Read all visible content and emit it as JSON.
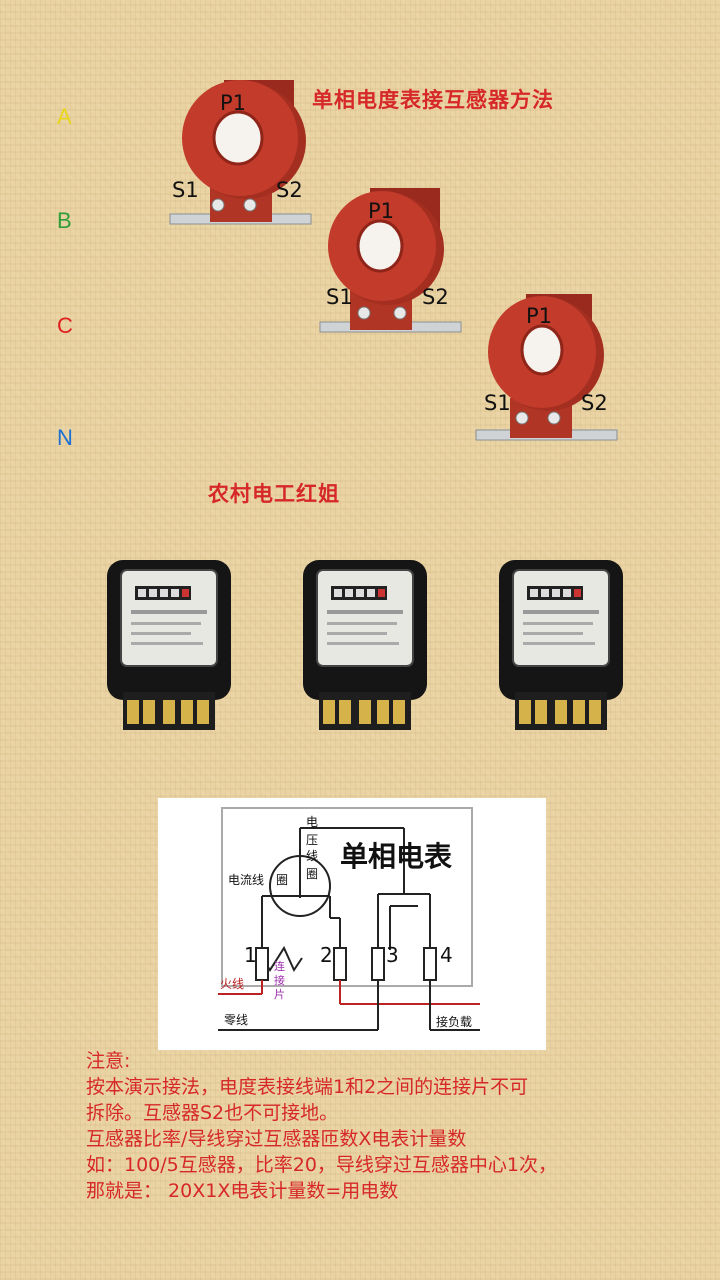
{
  "title": "单相电度表接互感器方法",
  "author": "农村电工红姐",
  "phases": [
    {
      "label": "A",
      "color": "#e8d51a"
    },
    {
      "label": "B",
      "color": "#2f9e3a"
    },
    {
      "label": "C",
      "color": "#e02020"
    },
    {
      "label": "N",
      "color": "#1d6fd1"
    }
  ],
  "transformers": [
    {
      "p1": "P1",
      "s1": "S1",
      "s2": "S2"
    },
    {
      "p1": "P1",
      "s1": "S1",
      "s2": "S2"
    },
    {
      "p1": "P1",
      "s1": "S1",
      "s2": "S2"
    }
  ],
  "diagram": {
    "title": "单相电表",
    "voltage_coil": [
      "电",
      "压",
      "线",
      "圈"
    ],
    "current_coil": "电流线",
    "current_coil_end": "圈",
    "terminals": [
      "1",
      "2",
      "3",
      "4"
    ],
    "live_wire": "火线",
    "neutral_wire": "零线",
    "jumper": [
      "连",
      "接",
      "片"
    ],
    "load": "接负载"
  },
  "notes": [
    "注意:",
    "按本演示接法，电度表接线端1和2之间的连接片不可",
    "拆除。互感器S2也不可接地。",
    "互感器比率/导线穿过互感器匝数X电表计量数",
    "如：100/5互感器，比率20，导线穿过互感器中心1次，",
    "那就是：  20X1X电表计量数=用电数"
  ],
  "colors": {
    "accent": "#d62828",
    "ct_body": "#c0392b",
    "meter_body": "#151515"
  }
}
